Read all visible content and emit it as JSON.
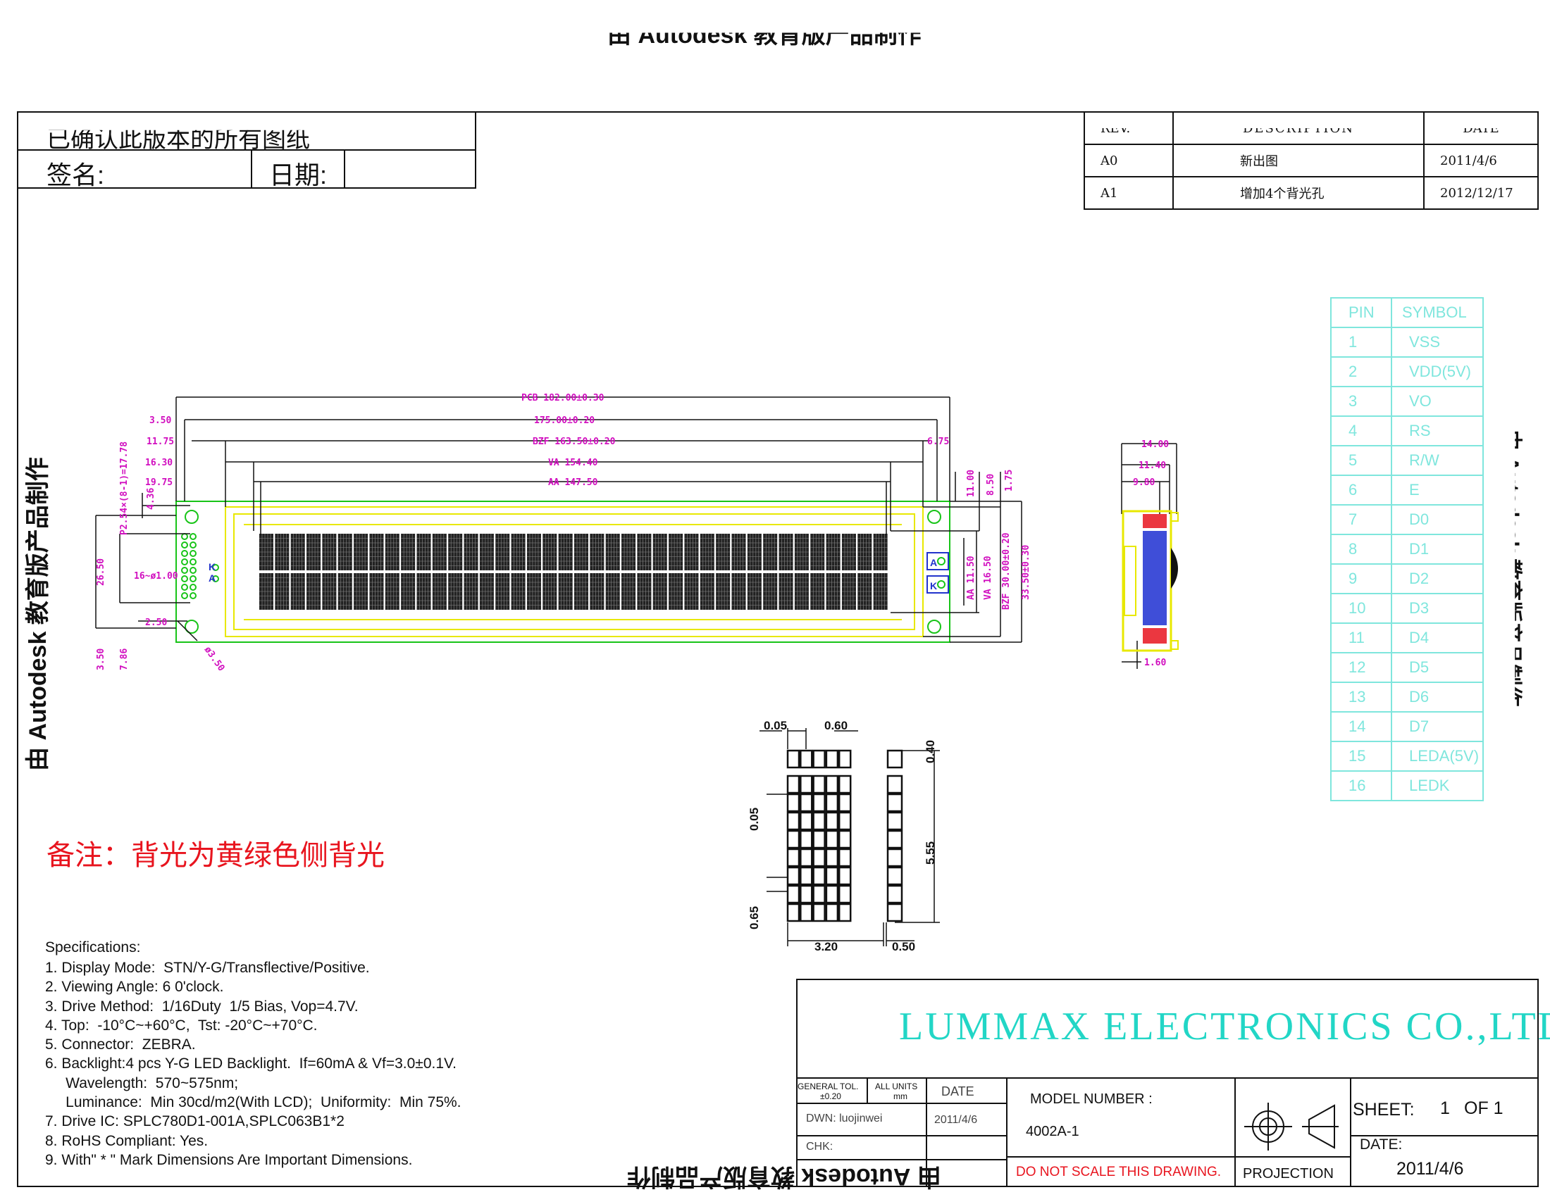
{
  "watermark_top": "由 Autodesk 教育版产品制作",
  "watermark_left": "由 Autodesk 教育版产品制作",
  "watermark_bottom": "由 Autodesk 教育版产品制作",
  "watermark_right": "由 Autodesk 教育版产品制作",
  "approval": {
    "confirm_text": "已确认此版本的所有图纸",
    "sign_label": "签名:",
    "date_label": "日期:"
  },
  "revision_table": {
    "headers": [
      "REV.",
      "DESCRIPTION",
      "DATE"
    ],
    "rows": [
      [
        "A0",
        "新出图",
        "2011/4/6"
      ],
      [
        "A1",
        "增加4个背光孔",
        "2012/12/17"
      ]
    ]
  },
  "pin_table": {
    "headers": [
      "PIN",
      "SYMBOL"
    ],
    "rows": [
      [
        "1",
        "VSS"
      ],
      [
        "2",
        "VDD(5V)"
      ],
      [
        "3",
        "VO"
      ],
      [
        "4",
        "RS"
      ],
      [
        "5",
        "R/W"
      ],
      [
        "6",
        "E"
      ],
      [
        "7",
        "D0"
      ],
      [
        "8",
        "D1"
      ],
      [
        "9",
        "D2"
      ],
      [
        "10",
        "D3"
      ],
      [
        "11",
        "D4"
      ],
      [
        "12",
        "D5"
      ],
      [
        "13",
        "D6"
      ],
      [
        "14",
        "D7"
      ],
      [
        "15",
        "LEDA(5V)"
      ],
      [
        "16",
        "LEDK"
      ]
    ]
  },
  "front_view_dims": {
    "pcb": "PCB 182.00±0.30",
    "d175": "175.00±0.20",
    "bzf": "BZF 163.50±0.20",
    "va": "VA 154.40",
    "aa": "AA 147.50",
    "left_350": "3.50",
    "left_1175": "11.75",
    "left_1630": "16.30",
    "left_1975": "19.75",
    "right_675": "6.75",
    "pitch": "P2.54×(8-1)=17.78",
    "d436": "4.36",
    "d2650": "26.50",
    "holes": "16~ø1.00",
    "d250": "2.50",
    "d350b": "3.50",
    "d786": "7.86",
    "mount_hole": "ø3.50",
    "r1100": "11.00",
    "r850": "8.50",
    "r175": "1.75",
    "aa_h": "AA 11.50",
    "va_h": "VA 16.50",
    "bzf_h": "BZF 30.00±0.20",
    "pcb_h": "33.50±0.30",
    "k_label": "K",
    "a_label": "A"
  },
  "side_view_dims": {
    "w1400": "14.00",
    "w1140": "11.40",
    "w980": "9.80",
    "w160": "1.60"
  },
  "char_detail_dims": {
    "d005": "0.05",
    "d060": "0.60",
    "d040": "0.40",
    "d005v": "0.05",
    "d555": "5.55",
    "d065": "0.65",
    "d320": "3.20",
    "d050": "0.50"
  },
  "note": "备注：背光为黄绿色侧背光",
  "specifications": {
    "title": "Specifications:",
    "lines": [
      "1. Display Mode:  STN/Y-G/Transflective/Positive.",
      "2. Viewing Angle: 6 0'clock.",
      "3. Drive Method:  1/16Duty  1/5 Bias, Vop=4.7V.",
      "4. Top:  -10°C~+60°C,  Tst: -20°C~+70°C.",
      "5. Connector:  ZEBRA.",
      "6. Backlight:4 pcs Y-G LED Backlight.  If=60mA & Vf=3.0±0.1V.",
      "     Wavelength:  570~575nm;",
      "     Luminance:  Min 30cd/m2(With LCD);  Uniformity:  Min 75%.",
      "7. Drive IC: SPLC780D1-001A,SPLC063B1*2",
      "8. RoHS Compliant: Yes.",
      "9. With\" * \" Mark Dimensions Are Important Dimensions."
    ]
  },
  "title_block": {
    "company": "LUMMAX ELECTRONICS CO.,LTD",
    "general_tol": "GENERAL TOL.",
    "tol_value": "±0.20",
    "all_units": "ALL UNITS",
    "units_value": "mm",
    "date_header": "DATE",
    "dwn": "DWN: luojinwei",
    "dwn_date": "2011/4/6",
    "chk": "CHK:",
    "model_label": "MODEL NUMBER :",
    "model_value": "4002A-1",
    "warning": "DO NOT SCALE THIS DRAWING.",
    "projection": "PROJECTION",
    "sheet_label": "SHEET:",
    "sheet_num": "1",
    "sheet_of": "OF 1",
    "date_label": "DATE:",
    "date_value": "2011/4/6"
  },
  "colors": {
    "dimension": "#d10fbf",
    "outline": "#18c418",
    "bezel": "#e8e800",
    "pin_table": "#7fe6dd",
    "company": "#22d6c6",
    "note": "#e8141e"
  }
}
